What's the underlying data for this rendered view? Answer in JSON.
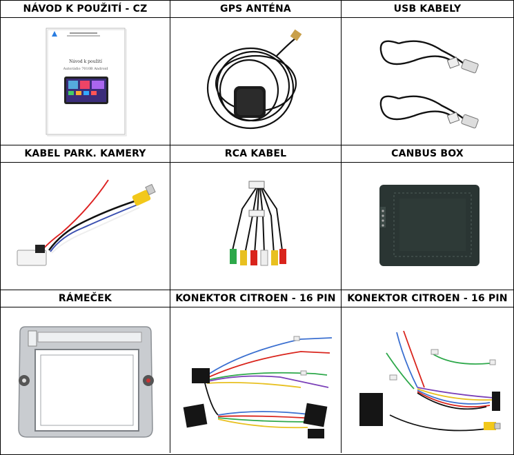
{
  "rows": [
    {
      "cells": [
        {
          "label": "NÁVOD K POUŽITÍ - CZ",
          "image": "manual-booklet"
        },
        {
          "label": "GPS ANTÉNA",
          "image": "gps-antenna"
        },
        {
          "label": "USB KABELY",
          "image": "usb-cables"
        }
      ]
    },
    {
      "cells": [
        {
          "label": "KABEL PARK. KAMERY",
          "image": "parking-camera-cable"
        },
        {
          "label": "RCA KABEL",
          "image": "rca-cable"
        },
        {
          "label": "CANBUS BOX",
          "image": "canbus-box"
        }
      ]
    },
    {
      "cells": [
        {
          "label": "RÁMEČEK",
          "image": "frame"
        },
        {
          "label": "KONEKTOR CITROEN - 16 PIN",
          "image": "harness-connector"
        },
        {
          "label": "KONEKTOR CITROEN - 16 PIN",
          "image": "harness-connector"
        }
      ]
    }
  ],
  "manual": {
    "title": "Návod k použití",
    "subtitle": "Autorádio 7010B Android"
  }
}
